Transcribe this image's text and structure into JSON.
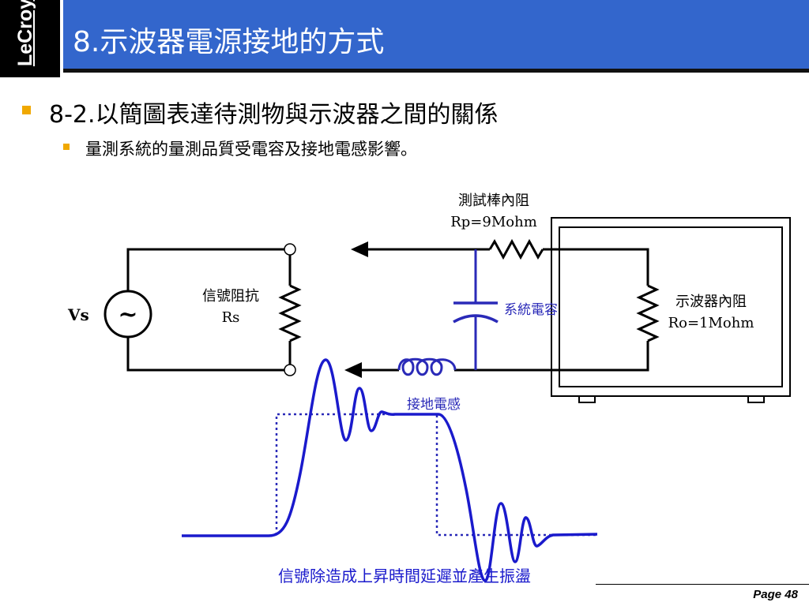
{
  "logo": {
    "text": "LeCroy"
  },
  "title": "8.示波器電源接地的方式",
  "bullets": {
    "level1": "8-2.以簡圖表達待測物與示波器之間的關係",
    "level2": "量測系統的量測品質受電容及接地電感影響。"
  },
  "diagram": {
    "probe_resistance_label": "測試棒內阻",
    "probe_resistance_value": "Rp=9Mohm",
    "source_label": "Vs",
    "source_symbol": "~",
    "signal_impedance_label": "信號阻抗",
    "signal_impedance_value": "Rs",
    "system_capacitance_label": "系統電容",
    "scope_impedance_label": "示波器內阻",
    "scope_impedance_value": "Ro=1Mohm",
    "ground_inductance_label": "接地電感",
    "waveform_caption": "信號除造成上昇時間延遲並產生振盪",
    "colors": {
      "wire": "#000000",
      "blue_component": "#2a2ab8",
      "waveform": "#1a1acc",
      "caption": "#1a1acc"
    }
  },
  "footer": {
    "page": "Page 48"
  }
}
